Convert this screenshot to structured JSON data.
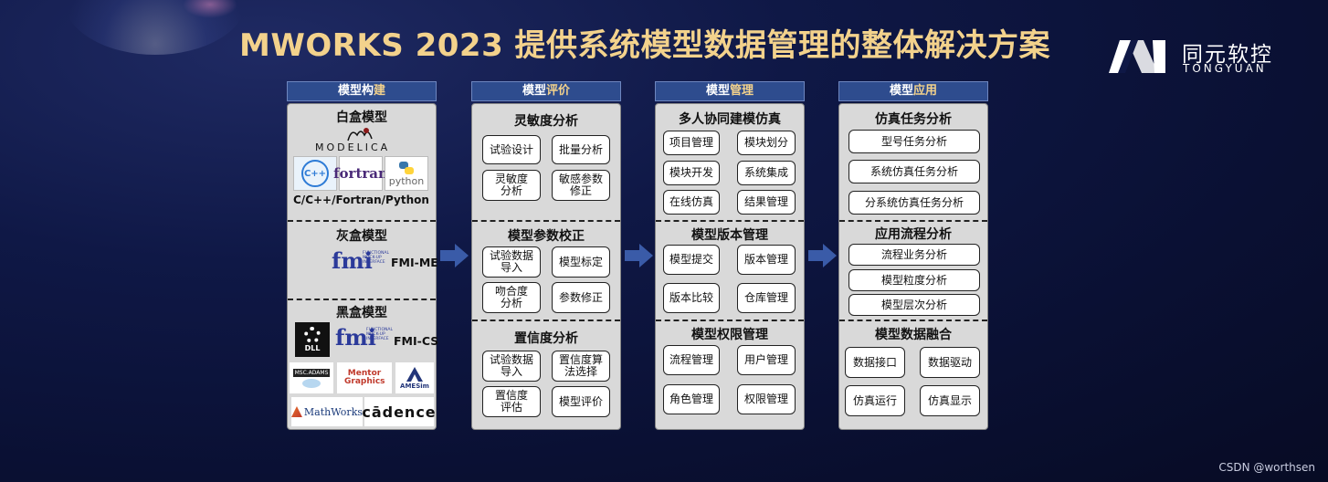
{
  "title": "MWORKS 2023 提供系统模型数据管理的整体解决方案",
  "brand": {
    "cn": "同元软控",
    "en": "TONGYUAN"
  },
  "credit": "CSDN @worthsen",
  "col1": {
    "header_a": "模型构",
    "header_b": "建",
    "s1_title": "白盒模型",
    "modelica": "MODELICA",
    "cpp_logo": "C++",
    "fortran_logo": "fortran",
    "python_logo": "python",
    "s1_caption": "C/C++/Fortran/Python",
    "s2_title": "灰盒模型",
    "fmi_logo": "fmi",
    "fmi_small": "FUNCTIONAL MOCK-UP INTERFACE",
    "fmi_me": "FMI-ME",
    "s3_title": "黑盒模型",
    "dll": "DLL",
    "fmi_cs": "FMI-CS",
    "msc": "MSC.ADAMS",
    "mentor": "Mentor Graphics",
    "amesim": "AMESim",
    "mathworks": "MathWorks",
    "cadence": "cādence"
  },
  "col2": {
    "header_a": "模型",
    "header_b": "评价",
    "s1_title": "灵敏度分析",
    "s1_items": [
      "试验设计",
      "批量分析",
      "灵敏度\n分析",
      "敏感参数\n修正"
    ],
    "s2_title": "模型参数校正",
    "s2_items": [
      "试验数据\n导入",
      "模型标定",
      "吻合度\n分析",
      "参数修正"
    ],
    "s3_title": "置信度分析",
    "s3_items": [
      "试验数据\n导入",
      "置信度算\n法选择",
      "置信度\n评估",
      "模型评价"
    ]
  },
  "col3": {
    "header_a": "模型",
    "header_b": "管理",
    "s1_title": "多人协同建模仿真",
    "s1_items": [
      "项目管理",
      "模块划分",
      "模块开发",
      "系统集成",
      "在线仿真",
      "结果管理"
    ],
    "s2_title": "模型版本管理",
    "s2_items": [
      "模型提交",
      "版本管理",
      "版本比较",
      "仓库管理"
    ],
    "s3_title": "模型权限管理",
    "s3_items": [
      "流程管理",
      "用户管理",
      "角色管理",
      "权限管理"
    ]
  },
  "col4": {
    "header_a": "模型",
    "header_b": "应用",
    "s1_title": "仿真任务分析",
    "s1_items": [
      "型号任务分析",
      "系统仿真任务分析",
      "分系统仿真任务分析"
    ],
    "s2_title": "应用流程分析",
    "s2_items": [
      "流程业务分析",
      "模型粒度分析",
      "模型层次分析"
    ],
    "s3_title": "模型数据融合",
    "s3_items": [
      "数据接口",
      "数据驱动",
      "仿真运行",
      "仿真显示"
    ]
  }
}
